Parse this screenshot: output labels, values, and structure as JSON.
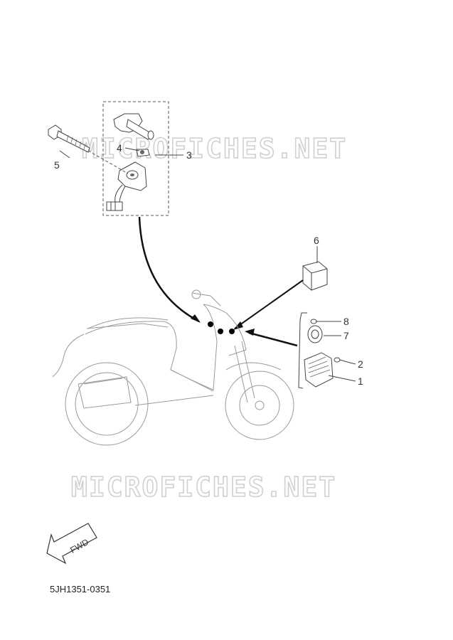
{
  "diagram": {
    "part_code": "5JH1351-0351",
    "watermarks": [
      "MICROFICHES.NET",
      "MICROFICHES.NET"
    ],
    "fwd_label": "FWD",
    "callouts": [
      {
        "id": "1",
        "label": "1"
      },
      {
        "id": "2",
        "label": "2"
      },
      {
        "id": "3",
        "label": "3"
      },
      {
        "id": "4",
        "label": "4"
      },
      {
        "id": "5",
        "label": "5"
      },
      {
        "id": "6",
        "label": "6"
      },
      {
        "id": "7",
        "label": "7"
      },
      {
        "id": "8",
        "label": "8"
      }
    ]
  }
}
